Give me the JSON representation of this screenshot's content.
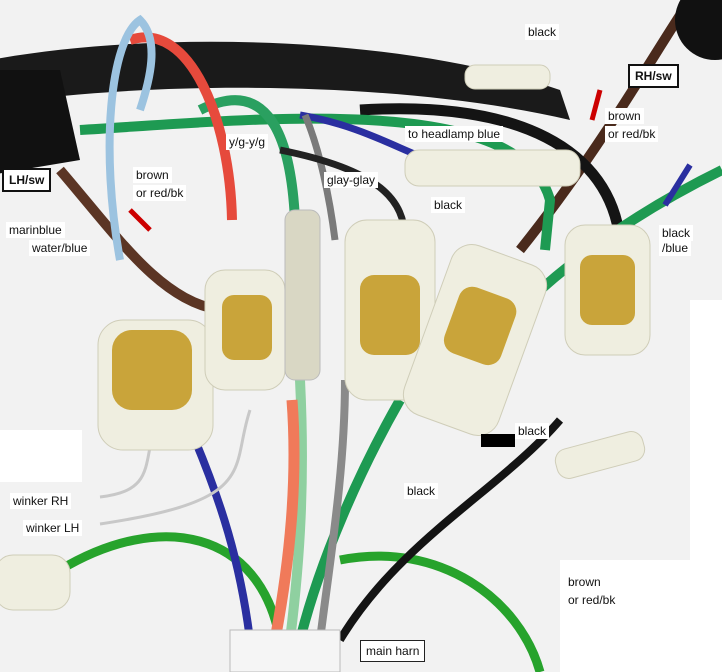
{
  "labels": {
    "black_top": "black",
    "rh_sw": "RH/sw",
    "brown_right_1": "brown",
    "brown_right_2": "or red/bk",
    "to_headlamp": "to headlamp blue",
    "lh_sw": "LH/sw",
    "yg": "y/g-y/g",
    "brown_left_1": "brown",
    "brown_left_2": "or red/bk",
    "glay": "glay-glay",
    "black_mid": "black",
    "marinblue": "marinblue",
    "waterblue": "water/blue",
    "black_blue_1": "black",
    "black_blue_2": "/blue",
    "black_lower": "black",
    "black_bottom": "black",
    "winker_rh": "winker RH",
    "winker_lh": "winker LH",
    "brown_bottom_1": "brown",
    "brown_bottom_2": "or red/bk",
    "main_harn": "main harn"
  },
  "colors": {
    "wire_black": "#141414",
    "wire_green": "#1e9a52",
    "wire_bright_green": "#27a32c",
    "wire_red": "#e64a3c",
    "wire_lightblue": "#9cc3e0",
    "wire_brown": "#5b3524",
    "wire_blue": "#2a2fa0",
    "wire_gray": "#7a7a7a",
    "brass": "#c9a43a",
    "insulator": "#efeee0"
  }
}
